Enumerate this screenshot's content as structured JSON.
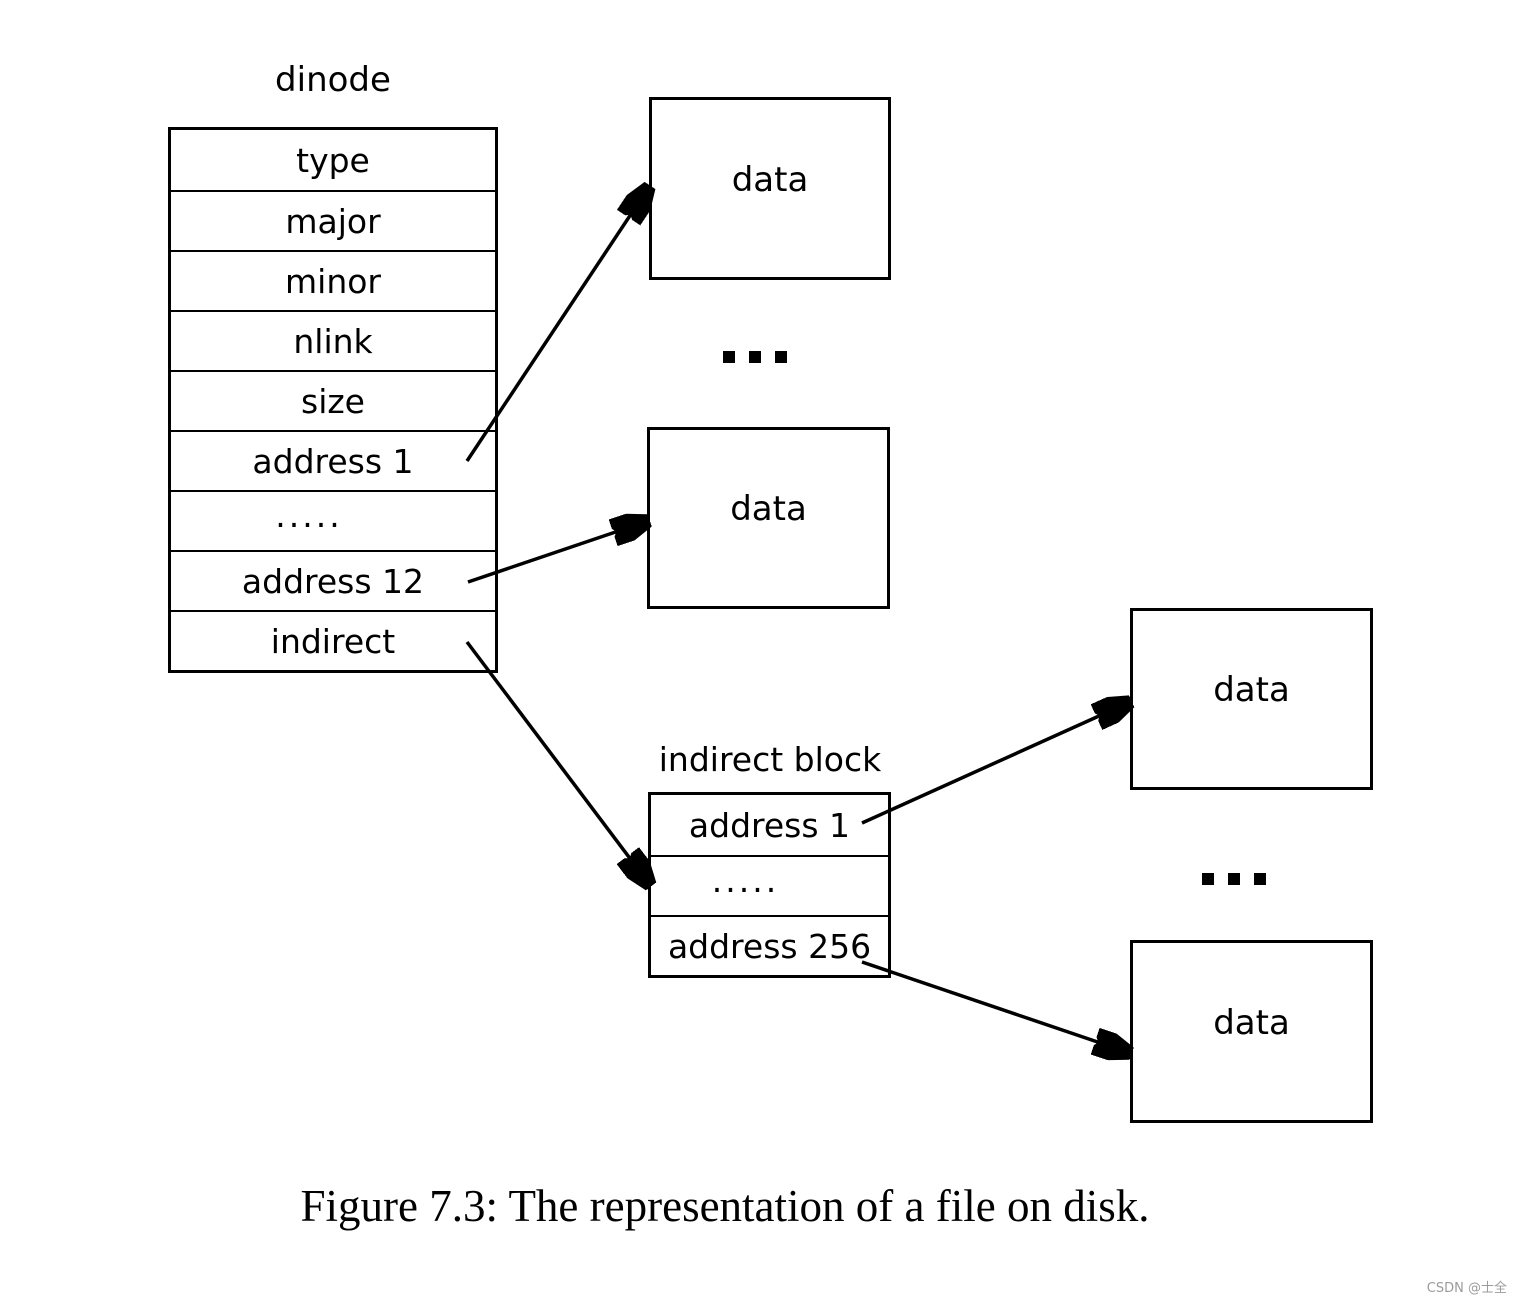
{
  "figure": {
    "dinode": {
      "title": "dinode",
      "rows": [
        "type",
        "major",
        "minor",
        "nlink",
        "size",
        "address 1",
        ".....",
        "address 12",
        "indirect"
      ]
    },
    "indirect_block": {
      "title": "indirect block",
      "rows": [
        "address 1",
        ".....",
        "address 256"
      ]
    },
    "data_boxes": {
      "box1": "data",
      "box2": "data",
      "box3": "data",
      "box4": "data"
    },
    "icons": {
      "ellipsis_icon": "three square dots"
    },
    "connections": [
      {
        "from": "dinode address 1",
        "to": "data box 1"
      },
      {
        "from": "dinode address 12",
        "to": "data box 2"
      },
      {
        "from": "dinode indirect",
        "to": "indirect block"
      },
      {
        "from": "indirect block address 1",
        "to": "data box 3"
      },
      {
        "from": "indirect block address 256",
        "to": "data box 4"
      }
    ],
    "caption": "Figure 7.3: The representation of a file on disk.",
    "watermark": "CSDN @士全",
    "colors": {
      "ink": "#000000",
      "background": "#ffffff",
      "watermark_gray": "#9b9b9b"
    }
  }
}
